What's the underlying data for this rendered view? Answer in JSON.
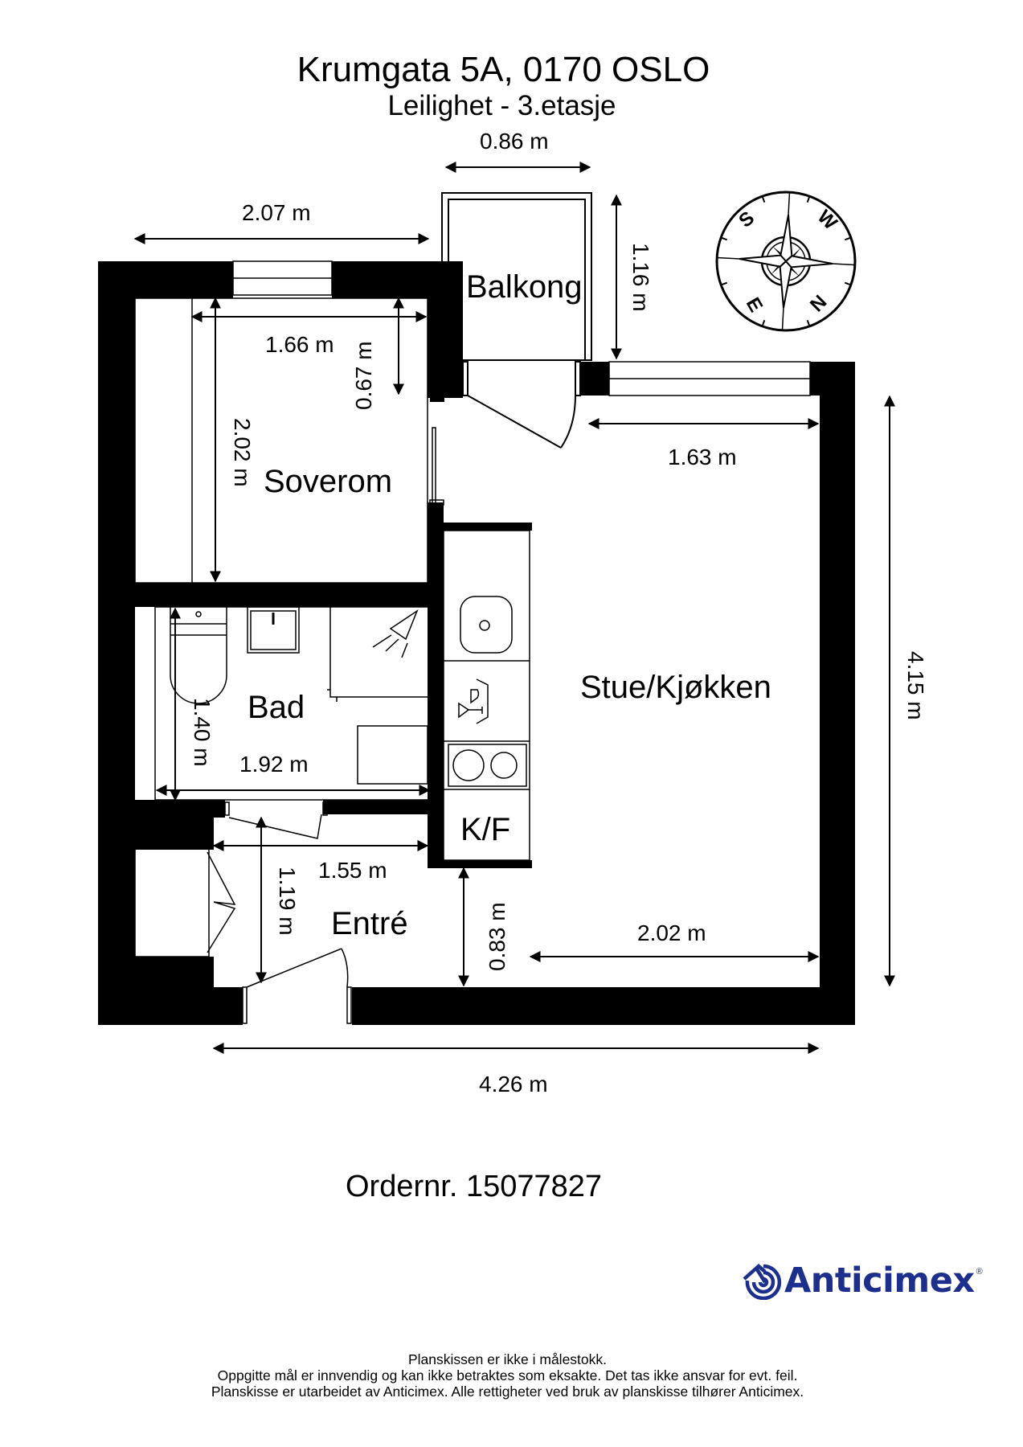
{
  "header": {
    "address": "Krumgata 5A, 0170 OSLO",
    "unit": "Leilighet  - 3.etasje"
  },
  "rooms": {
    "balkong": "Balkong",
    "soverom": "Soverom",
    "bad": "Bad",
    "stue_kjokken": "Stue/Kjøkken",
    "kf": "K/F",
    "entre": "Entré"
  },
  "dimensions": {
    "balkong_width": "0.86 m",
    "balkong_depth": "1.16 m",
    "top_left_width": "2.07 m",
    "soverom_width": "1.66 m",
    "soverom_closet_depth": "0.67 m",
    "soverom_length": "2.02 m",
    "stue_top_width": "1.63 m",
    "stue_height": "4.15 m",
    "bad_height": "1.40 m",
    "bad_width": "1.92 m",
    "entre_width": "1.55 m",
    "entre_height": "1.19 m",
    "kitchen_gap": "0.83 m",
    "stue_bottom_width": "2.02 m",
    "total_width": "4.26 m"
  },
  "compass": {
    "labels": [
      "S",
      "W",
      "N",
      "E"
    ]
  },
  "order": "Ordernr. 15077827",
  "brand": {
    "name": "Anticimex",
    "registered": "®",
    "color": "#1d2f8c"
  },
  "footer": {
    "line1": "Planskissen er ikke i målestokk.",
    "line2": "Oppgitte mål er innvendig og kan ikke betraktes som eksakte. Det tas ikke ansvar for evt. feil.",
    "line3": "Planskisse er utarbeidet av Anticimex. Alle rettigheter ved bruk av planskisse tilhører Anticimex."
  }
}
